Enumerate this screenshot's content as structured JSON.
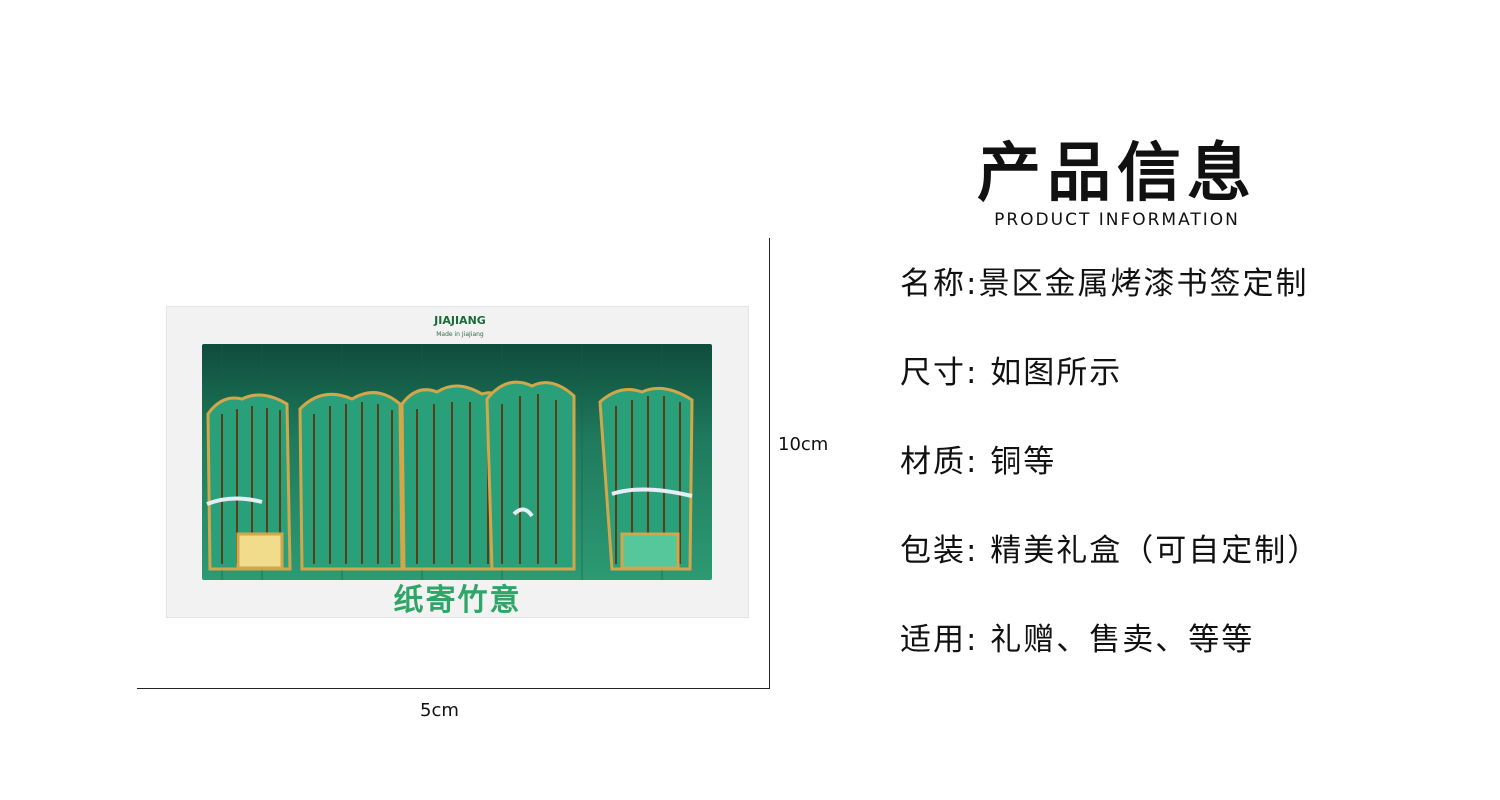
{
  "product_box": {
    "logo_text": "JIAJIANG",
    "logo_subtext": "Made in JiaJiang",
    "title": "纸寄竹意"
  },
  "dimensions": {
    "height_label": "10cm",
    "width_label": "5cm"
  },
  "info": {
    "title": "产品信息",
    "subtitle": "PRODUCT INFORMATION",
    "rows": [
      "名称:景区金属烤漆书签定制",
      "尺寸: 如图所示",
      "材质: 铜等",
      "包装: 精美礼盒（可自定制）",
      "适用: 礼赠、售卖、等等"
    ]
  },
  "colors": {
    "box_green": "#2c9a73",
    "gold": "#d4a64a",
    "title_green": "#2fa567"
  }
}
